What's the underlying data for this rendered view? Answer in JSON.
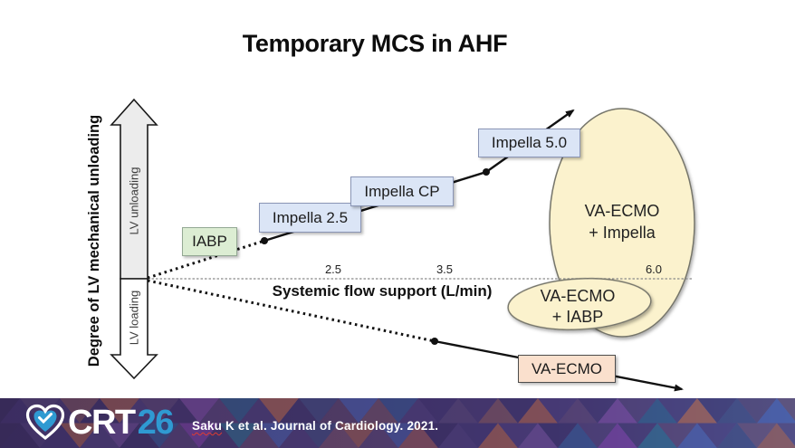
{
  "slide": {
    "title": "Temporary MCS in AHF"
  },
  "diagram": {
    "y_axis": {
      "title": "Degree of LV mechanical unloading",
      "upper_zone": "LV unloading",
      "lower_zone": "LV loading"
    },
    "x_axis": {
      "title": "Systemic flow support (L/min)",
      "ticks": [
        "2.5",
        "3.5",
        "6.0"
      ]
    },
    "labels": {
      "iabp": "IABP",
      "impella25": "Impella 2.5",
      "impellacp": "Impella CP",
      "impella50": "Impella 5.0",
      "vaecmo": "VA-ECMO",
      "vaecmo_impella_line1": "VA-ECMO",
      "vaecmo_impella_line2": "+ Impella",
      "vaecmo_iabp_line1": "VA-ECMO",
      "vaecmo_iabp_line2": "+ IABP"
    },
    "colors": {
      "iabp_fill": "#dcedd3",
      "impella_fill": "#dbe5f6",
      "vaecmo_fill": "#fae0cd",
      "ellipse_fill": "#fbf2cd",
      "ellipse_stroke": "#75746a"
    }
  },
  "footer": {
    "logo": {
      "icon": "heart-check-icon",
      "text": "CRT",
      "year": "26",
      "year_color": "#2f9ad2"
    },
    "citation": {
      "highlighted": "Saku",
      "rest": " K et al. Journal of Cardiology. 2021."
    }
  }
}
